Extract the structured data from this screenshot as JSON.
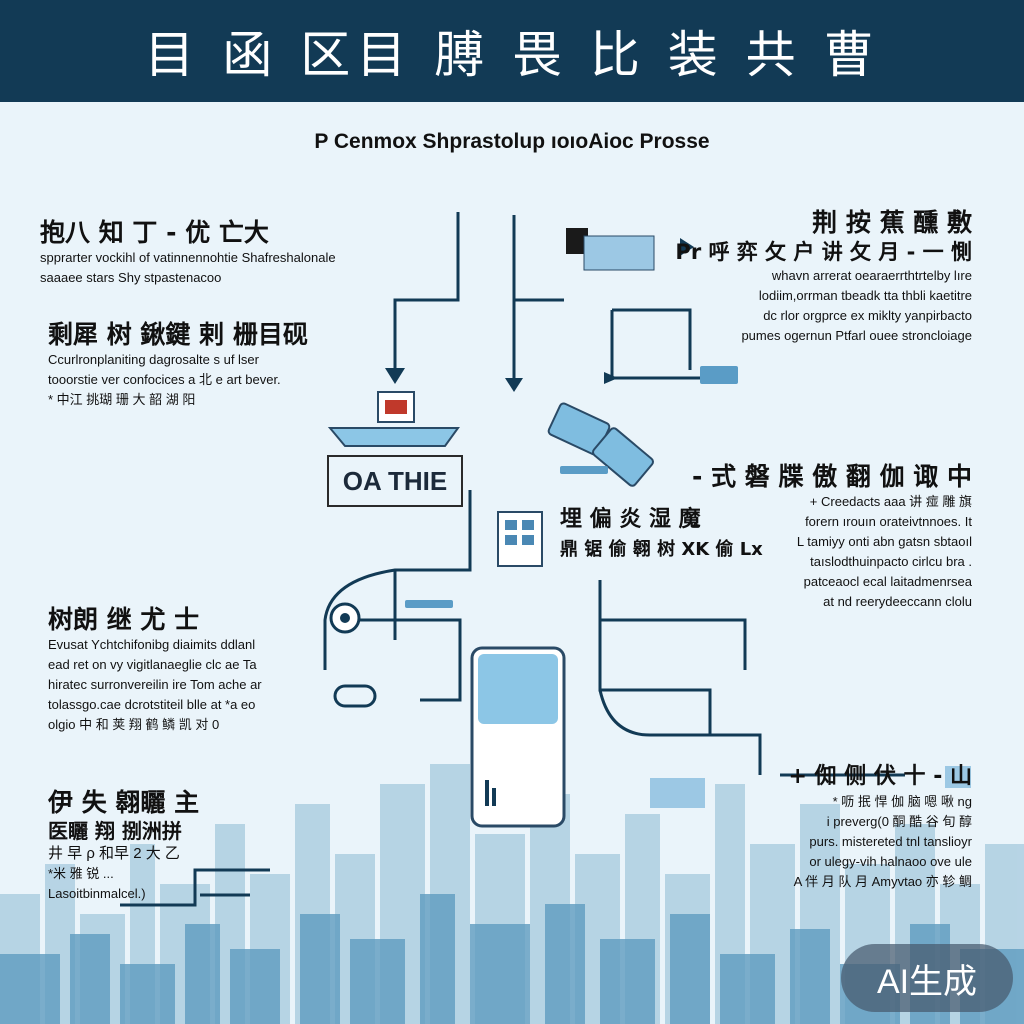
{
  "header": {
    "title": "目 函 区目 膊 畏 比 装 共 曹"
  },
  "subtitle": "P Cenmox Shprastolup ıoıoAioc Prosse",
  "left_sections": [
    {
      "title": "抱八 知 丁 - 优 亡大",
      "lines": [
        "spprarter vockihl of vatinnennohtie Shafreshalonale",
        "saaaee stars Shy stpastenacoo"
      ]
    },
    {
      "title": "剩犀 树 鍬鍵 剌 栅目砚",
      "lines": [
        "Ccurlronplaniting dagrosalte s  uf lser",
        "tooorstie ver confocices a 北 e  art bever.",
        "* 中江 挑瑚 珊 大 韶 湖 阳"
      ]
    },
    {
      "title": "树朗 继 尤 士",
      "lines": [
        "Evusat Ychtchifonibg diaimits ddlanl",
        "ead  ret  on vy  vigitlanaeglie  clc ae Ta",
        "hiratec  surronvereilin ire Tom ache  ar",
        "tolassgo.cae dcrotstiteil  blle at  *a  eo",
        "olgio   中 和 荚 翔 鹤 鳞 凯 对 0"
      ]
    },
    {
      "title": "伊 失 翱矖 主",
      "lines": [
        "医矖 翔 捌洲拼",
        "井 早 ρ 和早 2 大 乙",
        "*米 雅 锐 ...",
        "Lasoitbinmalcel.)"
      ]
    }
  ],
  "right_sections": [
    {
      "title": "荆 按 蕉 醺 敷",
      "lines": [
        "Pr 呼 弈 攵 户 讲 攵 月 - 一 惻",
        "whavn arrerat  oearaerrthtrtelby lıre",
        "lodiim,orrman tbeadk tta  thbli kaetitre",
        "dc rlor orgprce ex miklty yanpirbacto",
        "pumes ogernun Ptfarl ouee stroncloiage"
      ]
    },
    {
      "title": "- 式 磐 牒 傲 翻 伽 诹 中",
      "lines": [
        "+ Creedacts  aaa 讲 痖 雕 旗",
        "forern ırouın orateivtnnoes. It",
        "L tamiyy onti abn  gatsn  sbtaoıl",
        "taıslodthuinpacto  cirlcu  bra  .",
        "patceaocl  ecal  laitadmenrsea",
        "at nd  reerydeeccann  clolu"
      ]
    },
    {
      "title": "+ 倁 侧 伏 十 - 山",
      "lines": [
        "* 呖 抿 悍 伽 脑 嗯 啾 ng",
        "i  preverg(0 酮 酷 谷 旬 醇",
        "purs. mistereted tnl tanslioyr",
        "or ulegy-vih  halnaoo  ove  ule",
        "A 伴 月 队 月 Amyvtao 亦 轸 鲷"
      ]
    }
  ],
  "center": {
    "box_label": "OA THIE",
    "caption_title": "埋 偏 炎 湿 魔",
    "caption_line": "鼎 锯 偷 翱 树 ⅩK 偷  Lx"
  },
  "badge": "AI生成",
  "colors": {
    "header": "#123a55",
    "line": "#123a55",
    "accent": "#5a9cc6",
    "background": "#eaf4fa"
  }
}
